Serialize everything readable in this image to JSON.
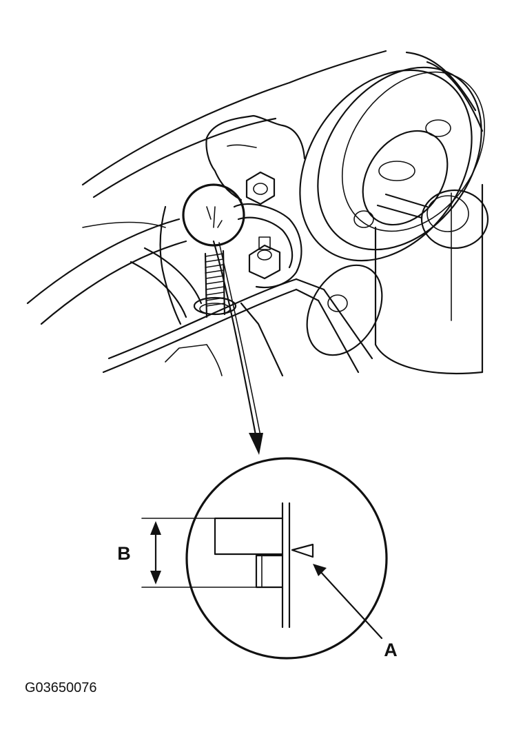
{
  "labels": {
    "a": "A",
    "b": "B"
  },
  "figure_id": "G03650076"
}
